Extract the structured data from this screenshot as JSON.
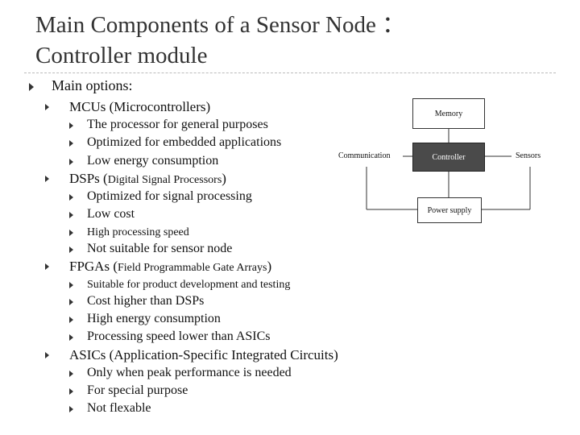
{
  "title": {
    "line1": "Main Components of a Sensor Node ：",
    "line2": "Controller module"
  },
  "outline": {
    "main_options": "Main options:",
    "mcus": {
      "label": "MCUs (Microcontrollers)",
      "items": [
        "The processor for general purposes",
        "Optimized for embedded applications",
        "Low energy consumption"
      ]
    },
    "dsps": {
      "label_main": "DSPs (",
      "label_small": "Digital Signal Processors",
      "label_end": ")",
      "items": [
        "Optimized for signal processing",
        "Low cost",
        "High processing speed",
        "Not suitable for sensor node"
      ]
    },
    "fpgas": {
      "label_main": "FPGAs (",
      "label_small": "Field Programmable Gate Arrays",
      "label_end": ")",
      "items": [
        "Suitable for product development and testing",
        "Cost higher than DSPs",
        "High energy consumption",
        "Processing speed lower than ASICs"
      ]
    },
    "asics": {
      "label": "ASICs (Application-Specific Integrated Circuits)",
      "items": [
        "Only when peak performance is needed",
        "For special purpose",
        "Not flexable"
      ]
    }
  },
  "diagram": {
    "memory": "Memory",
    "communication": "Communication",
    "controller": "Controller",
    "sensors": "Sensors",
    "power_supply": "Power supply"
  }
}
